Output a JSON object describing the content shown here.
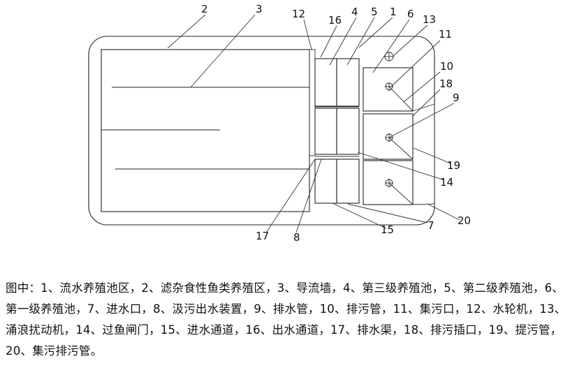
{
  "labels": {
    "l1": "1",
    "l2": "2",
    "l3": "3",
    "l4": "4",
    "l5": "5",
    "l6": "6",
    "l7": "7",
    "l8": "8",
    "l9": "9",
    "l10": "10",
    "l11": "11",
    "l12": "12",
    "l13": "13",
    "l14": "14",
    "l15": "15",
    "l16": "16",
    "l17": "17",
    "l18": "18",
    "l19": "19",
    "l20": "20"
  },
  "caption": "图中：1、流水养殖池区，2、滤杂食性鱼类养殖区，3、导流墙，4、第三级养殖池，5、第二级养殖池，6、第一级养殖池，7、进水口，8、汲污出水装置，9、排水管，10、排污管，11、集污口，12、水轮机，13、涌浪扰动机，14、过鱼闸门，15、进水通道，16、出水通道，17、排水渠，18、排污插口，19、提污管，20、集污排污管。"
}
